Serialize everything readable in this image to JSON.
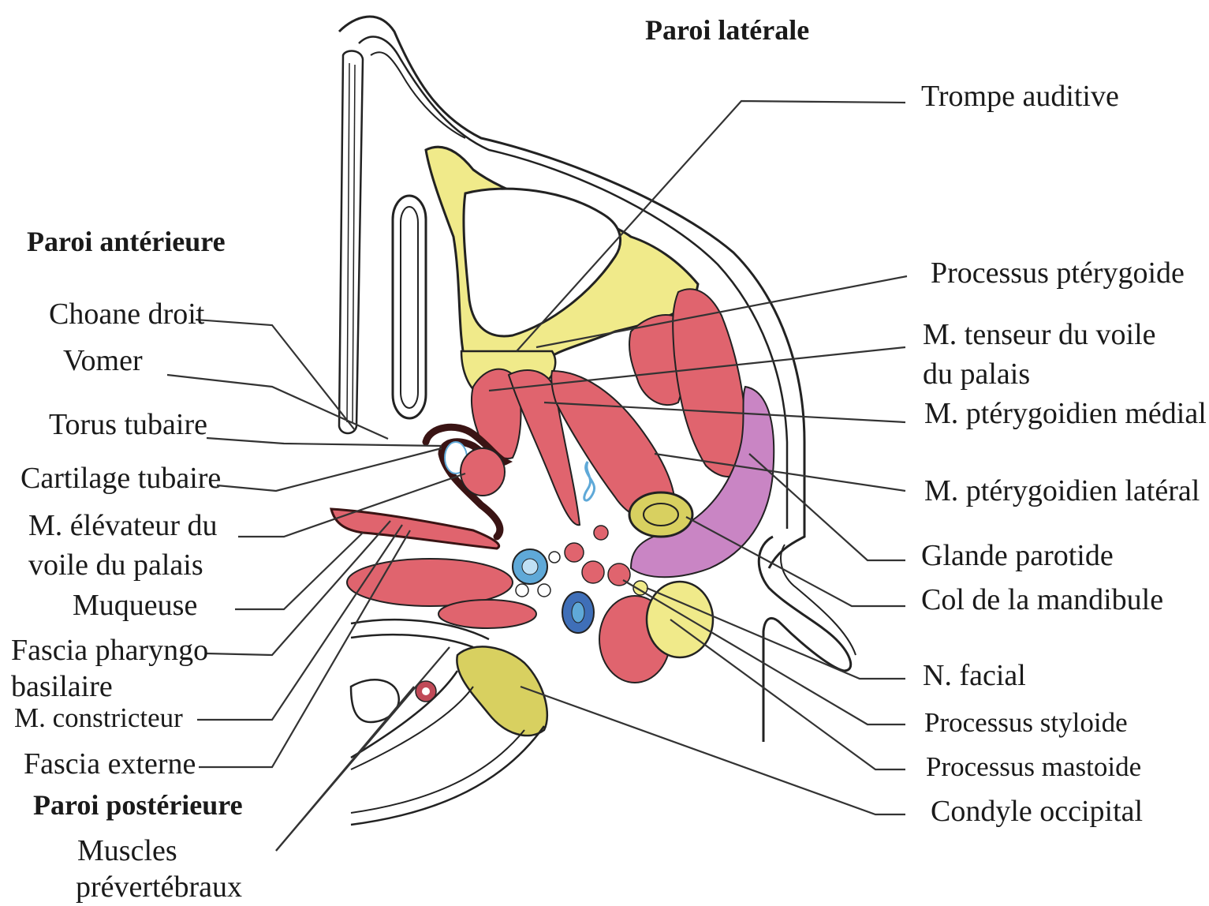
{
  "headings": {
    "lateral": "Paroi latérale",
    "anterior": "Paroi antérieure",
    "posterior": "Paroi postérieure"
  },
  "left_labels": {
    "choane": "Choane droit",
    "vomer": "Vomer",
    "torus": "Torus tubaire",
    "cartilage": "Cartilage tubaire",
    "elevateur_1": "M. élévateur du",
    "elevateur_2": "voile du palais",
    "muqueuse": "Muqueuse",
    "fascia_pb_1": "Fascia pharyngo",
    "fascia_pb_2": "basilaire",
    "constricteur": "M. constricteur",
    "fascia_externe": "Fascia externe",
    "muscles_1": "Muscles",
    "muscles_2": "prévertébraux"
  },
  "right_labels": {
    "trompe": "Trompe auditive",
    "pterygoide": "Processus ptérygoide",
    "tenseur_1": "M. tenseur du voile",
    "tenseur_2": "du palais",
    "pter_medial": "M. ptérygoidien médial",
    "pter_lateral": "M. ptérygoidien latéral",
    "parotide": "Glande parotide",
    "col": "Col de la mandibule",
    "facial": "N. facial",
    "styloide": "Processus styloide",
    "mastoide": "Processus mastoide",
    "condyle": "Condyle occipital"
  },
  "colors": {
    "outline": "#222222",
    "bone_yellow": "#f0ea8a",
    "muscle_red": "#e0646e",
    "gland_pink": "#c985c4",
    "vessel_blue": "#5fa9d8",
    "vein_blue": "#3f6fb8",
    "cartilage_dark": "#3a1414"
  }
}
